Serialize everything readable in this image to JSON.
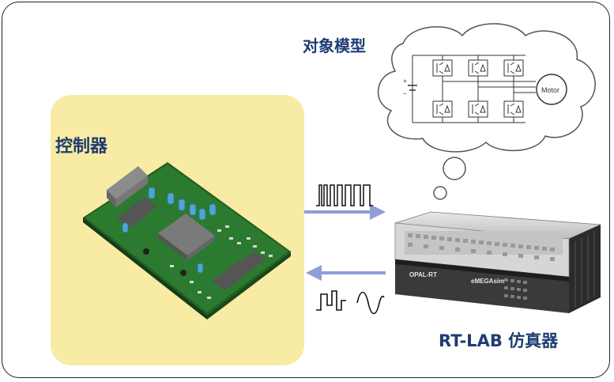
{
  "labels": {
    "controller": "控制器",
    "plant_model": "对象模型",
    "simulator": "RT-LAB 仿真器"
  },
  "equipment": {
    "chassis_brand": "OPAL-RT",
    "chassis_model": "eMEGAsim"
  },
  "circuit": {
    "motor_label": "Motor",
    "dc_plus": "+",
    "dc_minus": "−"
  },
  "colors": {
    "title_text": "#1f3d73",
    "controller_bg": "#f8eba3",
    "arrow": "#8f9ed6",
    "pcb_green": "#2c7a2f"
  },
  "icons": {
    "pwm_signal": "pwm-wave-icon",
    "feedback_signals": "sine-wave-icon"
  }
}
